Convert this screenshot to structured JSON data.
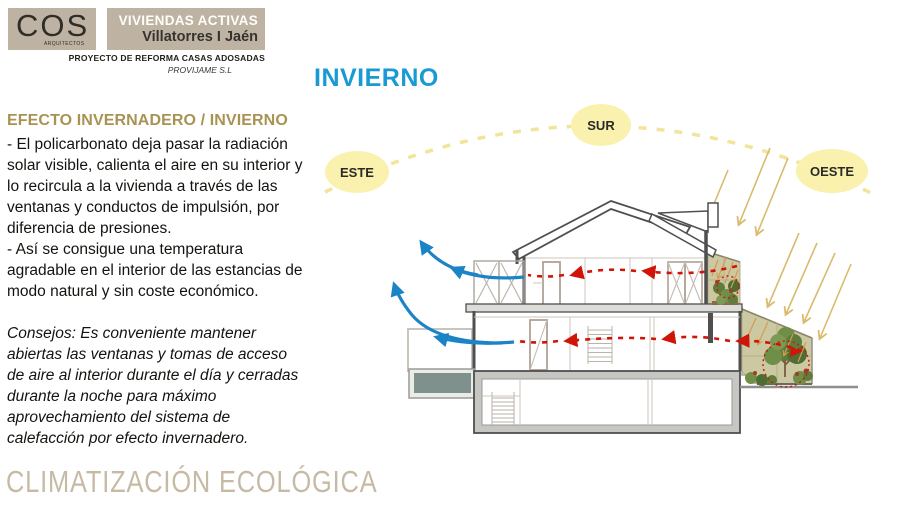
{
  "header": {
    "logo_text": "COS",
    "logo_subtext": "ARQUITECTOS",
    "program_title": "VIVIENDAS ACTIVAS",
    "program_subtitle": "Villatorres I Jaén",
    "project_name": "PROYECTO DE REFORMA CASAS ADOSADAS",
    "project_company": "PROVIJAME S.L"
  },
  "season_title": "INVIERNO",
  "info_panel": {
    "heading": "EFECTO INVERNADERO / INVIERNO",
    "paragraph_1": "- El policarbonato deja pasar la radiación solar visible, calienta el aire en su interior y lo recircula a la vivienda a través de las ventanas y conductos de impulsión, por diferencia de presiones.",
    "paragraph_2": "- Así se consigue una temperatura agradable en el interior de las estancias de modo natural y sin coste económico.",
    "tips": "Consejos: Es conveniente mantener abiertas las ventanas y tomas de acceso de aire al interior durante el día y cerradas durante la noche para máximo aprovechamiento del sistema de calefacción por efecto invernadero."
  },
  "diagram": {
    "orientation_labels": {
      "east": "ESTE",
      "south": "SUR",
      "west": "OESTE"
    }
  },
  "footer": {
    "title": "CLIMATIZACIÓN ECOLÓGICA"
  },
  "colors": {
    "banner_tan": "#beb3a3",
    "heading_gold": "#a89352",
    "season_blue": "#1a9ad4",
    "footer_tan": "#c6baa4",
    "warm_air_red": "#d01408",
    "cool_air_blue": "#1b84c6",
    "sun_ray_tan": "#d8bb6d",
    "sun_path_yellow": "#f1e49b",
    "direction_bubble_yellow": "#faf1ae",
    "greenhouse_olive": "#cbc8a2",
    "pool_teal": "#7e918d"
  }
}
